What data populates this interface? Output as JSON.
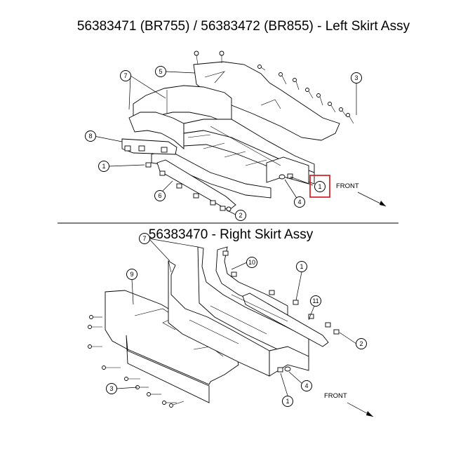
{
  "titles": {
    "left": "56383471 (BR755) / 56383472 (BR855) - Left Skirt Assy",
    "right": "56383470 - Right Skirt Assy"
  },
  "front_label": "FRONT",
  "highlight_color": "#d9262b",
  "callouts": {
    "left": [
      "7",
      "5",
      "3",
      "8",
      "1",
      "6",
      "2",
      "4",
      "1"
    ],
    "right": [
      "7",
      "10",
      "1",
      "9",
      "11",
      "2",
      "4",
      "1",
      "3"
    ]
  }
}
